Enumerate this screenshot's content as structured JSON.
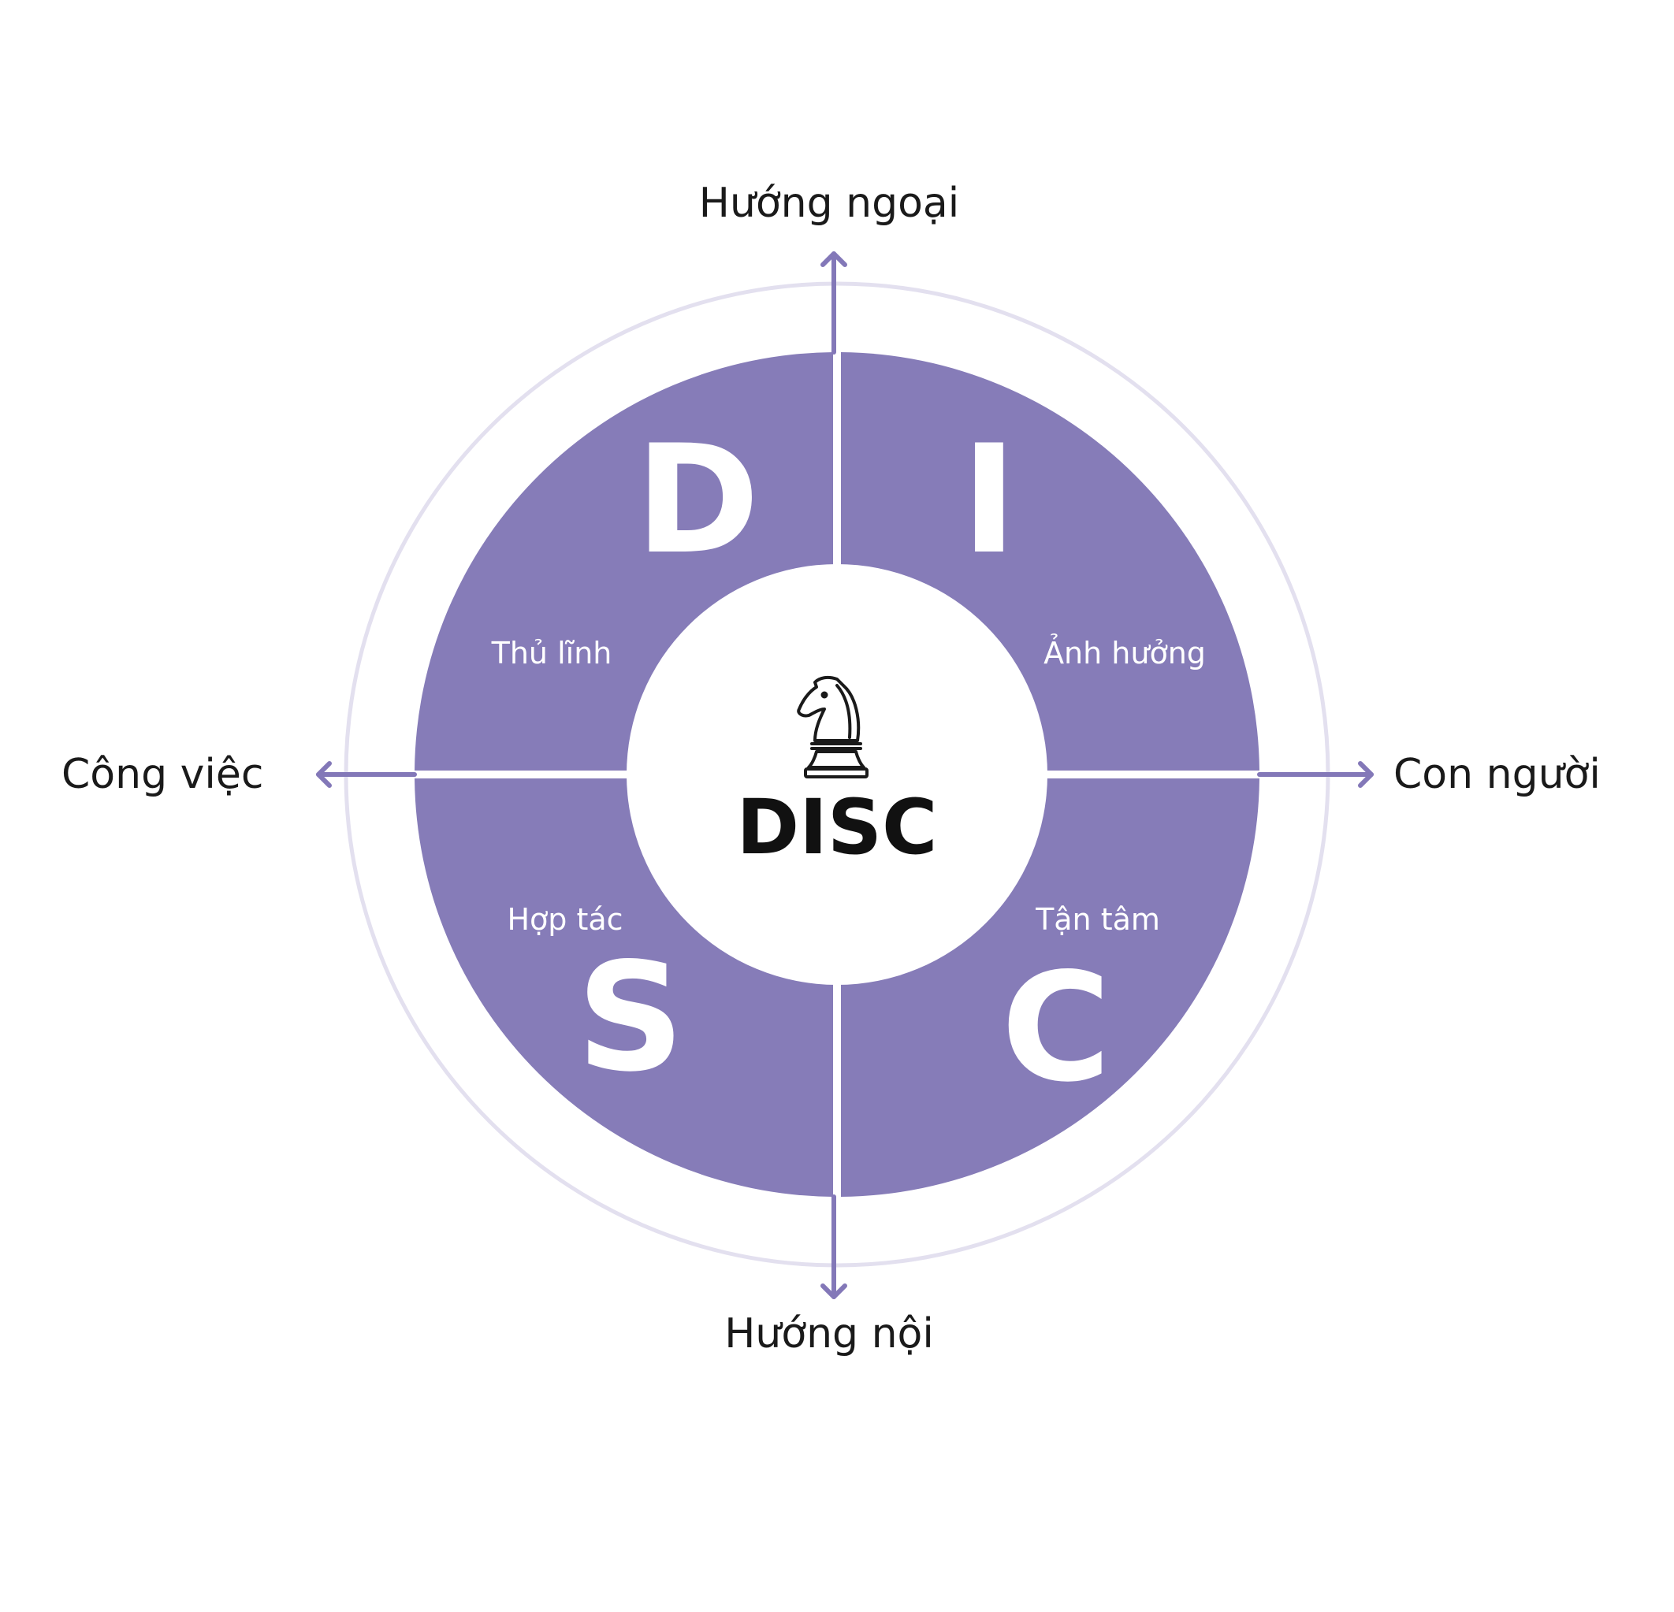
{
  "colors": {
    "quadrant": "#867cb8",
    "axis": "#8378b8",
    "outer_ring": "#e3e0ef",
    "center_fill": "#ffffff",
    "text_dark": "#1a1a1a",
    "text_light": "#ffffff"
  },
  "axes": {
    "top": "Hướng ngoại",
    "bottom": "Hướng nội",
    "left": "Công việc",
    "right": "Con người"
  },
  "quadrants": {
    "top_left": {
      "letter": "D",
      "label": "Thủ lĩnh"
    },
    "top_right": {
      "letter": "I",
      "label": "Ảnh hưởng"
    },
    "bottom_left": {
      "letter": "S",
      "label": "Hợp tác"
    },
    "bottom_right": {
      "letter": "C",
      "label": "Tận tâm"
    }
  },
  "center": {
    "title": "DISC",
    "icon": "chess-knight-icon"
  }
}
